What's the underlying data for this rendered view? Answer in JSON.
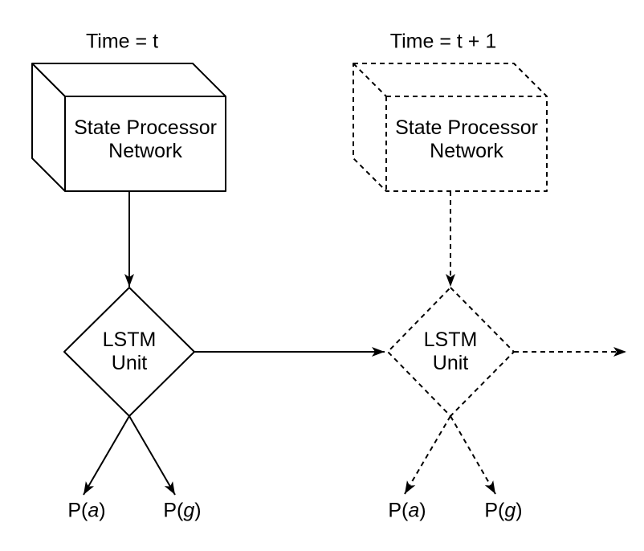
{
  "colors": {
    "stroke": "#000000",
    "background": "#ffffff"
  },
  "timesteps": {
    "t": {
      "style": "solid",
      "time_label": "Time = t",
      "box_line1": "State Processor",
      "box_line2": "Network",
      "diamond_line1": "LSTM",
      "diamond_line2": "Unit",
      "output_a": {
        "prefix": "P(",
        "variable": "a",
        "suffix": ")"
      },
      "output_g": {
        "prefix": "P(",
        "variable": "g",
        "suffix": ")"
      }
    },
    "t_plus_1": {
      "style": "dashed",
      "time_label": "Time = t + 1",
      "box_line1": "State Processor",
      "box_line2": "Network",
      "diamond_line1": "LSTM",
      "diamond_line2": "Unit",
      "output_a": {
        "prefix": "P(",
        "variable": "a",
        "suffix": ")"
      },
      "output_g": {
        "prefix": "P(",
        "variable": "g",
        "suffix": ")"
      }
    }
  }
}
